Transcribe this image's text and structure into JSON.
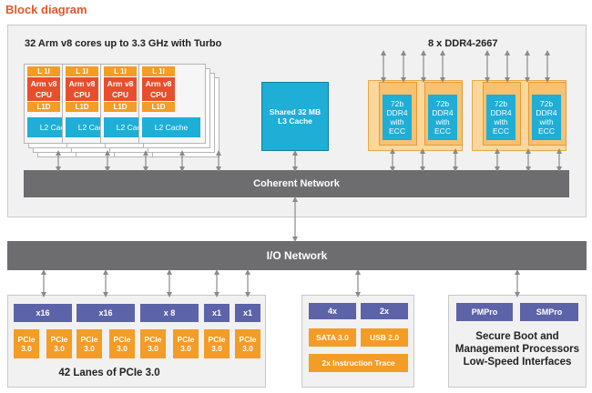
{
  "title": "Block diagram",
  "cpu_heading": "32 Arm v8 cores up to 3.3 GHz with Turbo",
  "ddr_heading": "8 x DDR4-2667",
  "core": {
    "l1i": "L 1I",
    "cpu_line1": "Arm v8",
    "cpu_line2": "CPU",
    "l1d": "L1D",
    "l2": "L2 Cache"
  },
  "l3": {
    "line1": "Shared 32 MB",
    "line2": "L3 Cache"
  },
  "ddr_block": {
    "line1": "72b",
    "line2": "DDR4",
    "line3": "with",
    "line4": "ECC"
  },
  "coherent_network": "Coherent Network",
  "io_network": "I/O Network",
  "pcie": {
    "widths": [
      "x16",
      "x16",
      "x 8",
      "x1",
      "x1"
    ],
    "slot_line1": "PCIe",
    "slot_line2": "3.0",
    "label": "42 Lanes of PCIe 3.0"
  },
  "io_mid": {
    "counts": [
      "4x",
      "2x"
    ],
    "sata": "SATA 3.0",
    "usb": "USB 2.0",
    "trace": "2x Instruction Trace"
  },
  "mgmt": {
    "pmpro": "PMPro",
    "smpro": "SMPro",
    "line1": "Secure Boot and",
    "line2": "Management Processors",
    "line3": "Low-Speed Interfaces"
  },
  "colors": {
    "orange": "#f39c26",
    "red": "#e84e2c",
    "cyan": "#1eaed6",
    "purple": "#5d63a8",
    "gray": "#6d6d6f"
  }
}
